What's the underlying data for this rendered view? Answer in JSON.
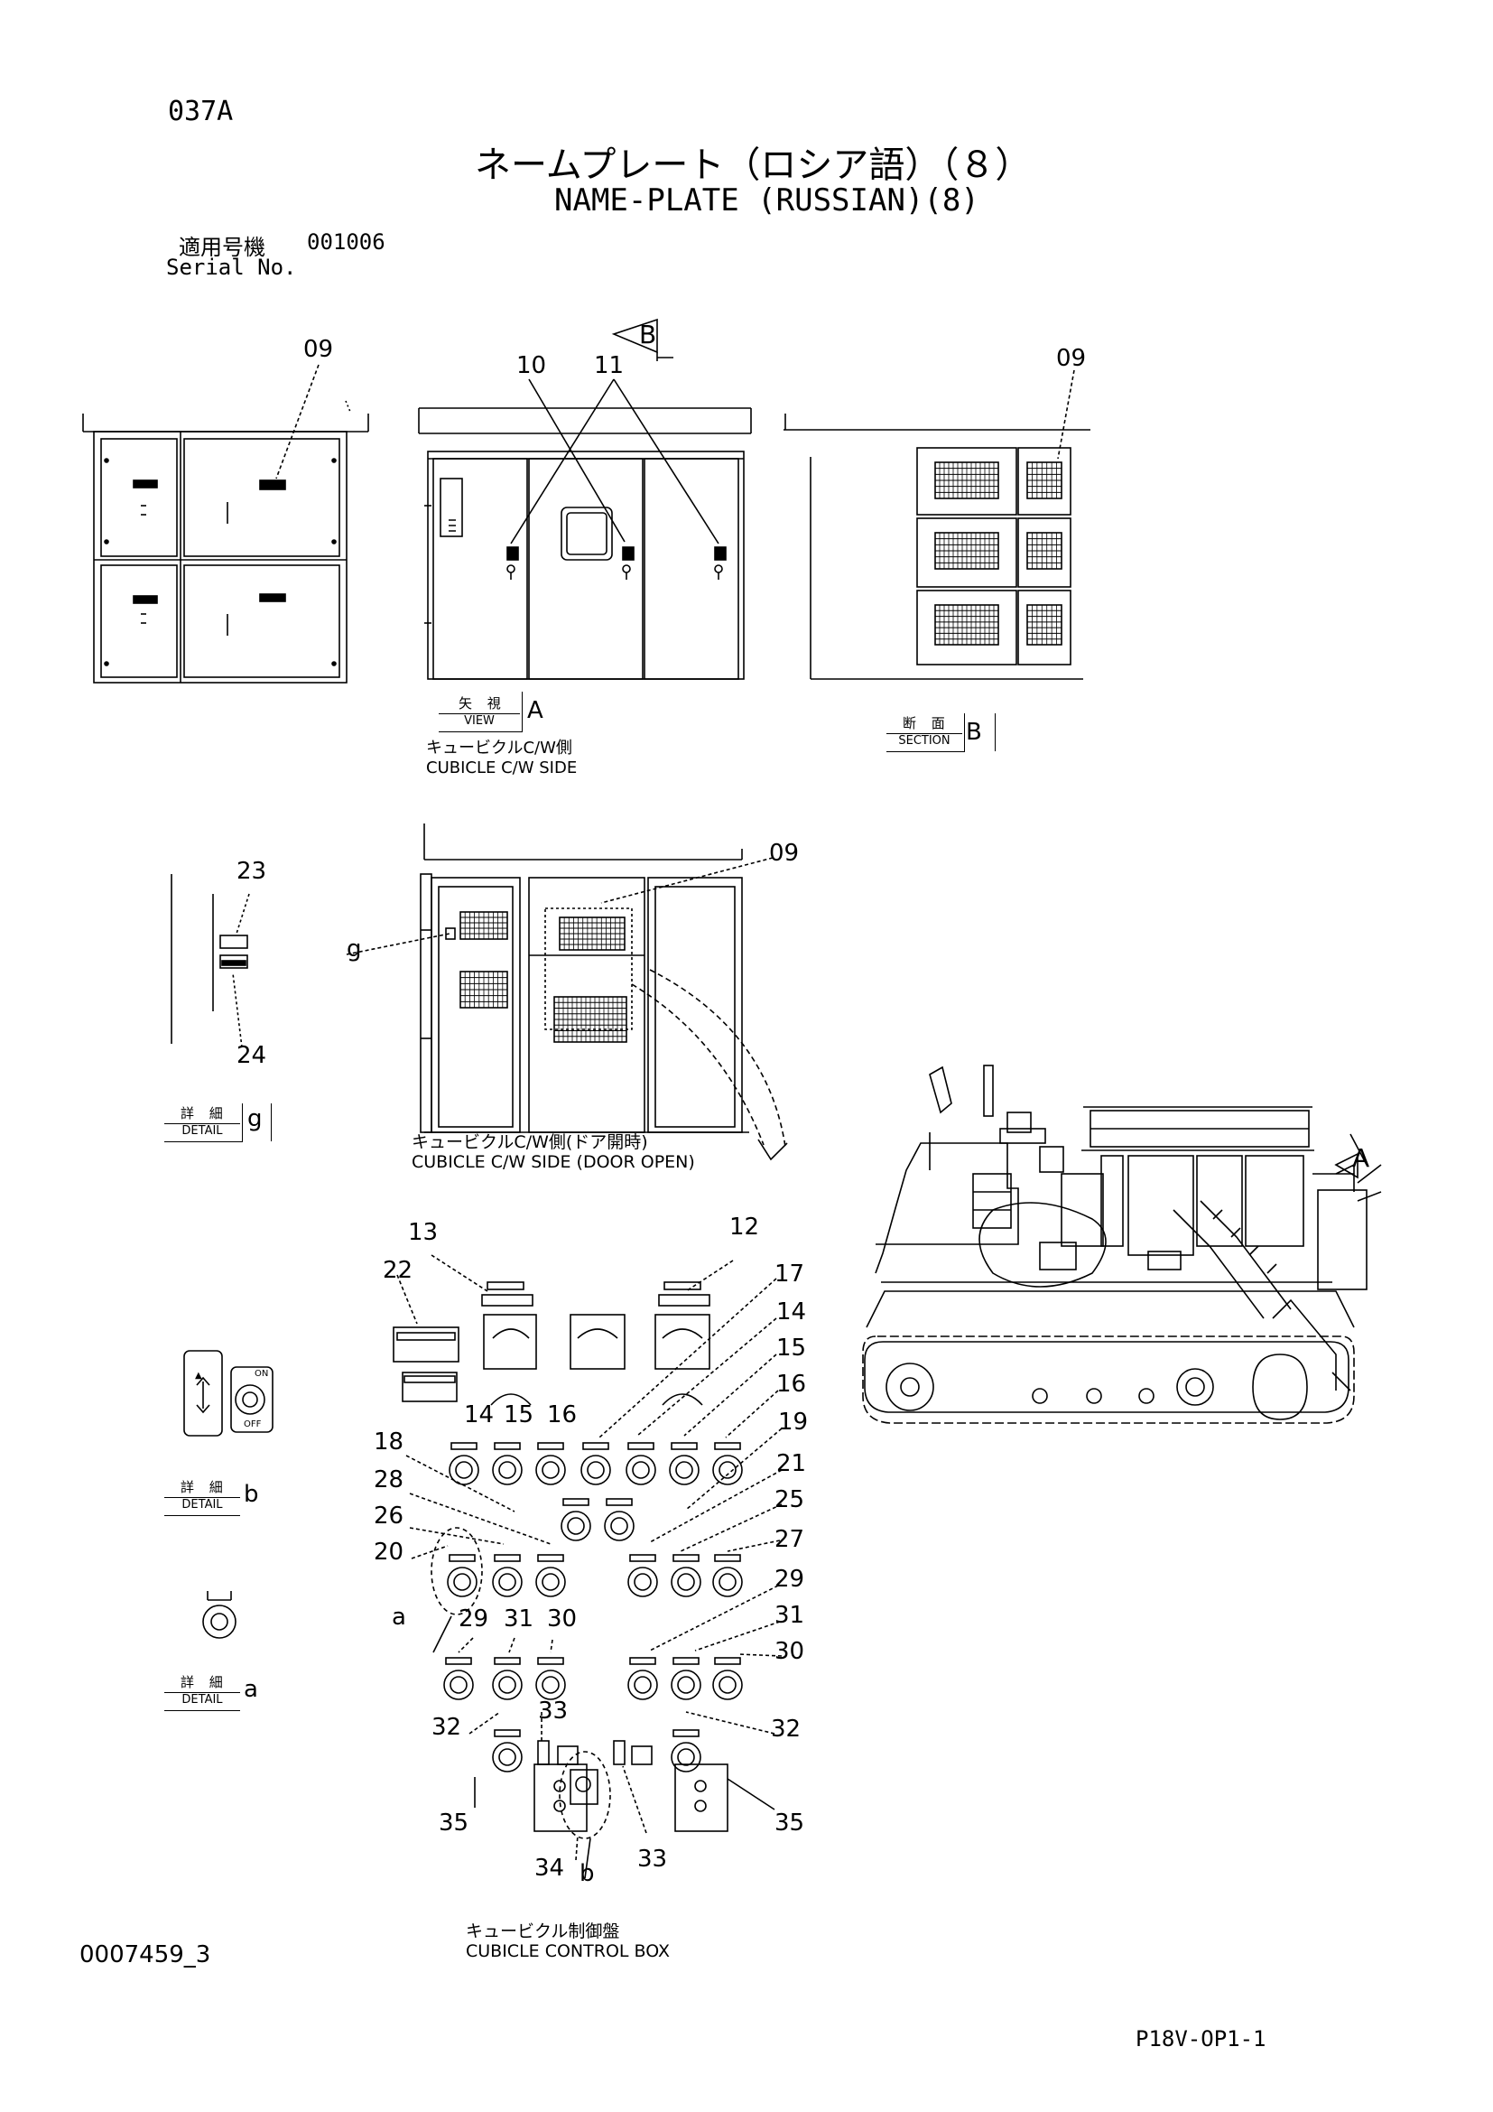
{
  "header": {
    "page_code": "037A",
    "title_jp": "ネームプレート（ロシア語）（８）",
    "title_en": "NAME-PLATE (RUSSIAN)(8)",
    "serial_label_jp": "適用号機",
    "serial_value": "001006",
    "serial_label_en": "Serial No."
  },
  "views": {
    "view_a": {
      "jp": "矢 視",
      "en": "VIEW",
      "letter": "A",
      "caption_jp": "キュービクルC/W側",
      "caption_en": "CUBICLE C/W SIDE"
    },
    "section_b": {
      "jp": "断 面",
      "en": "SECTION",
      "letter": "B"
    },
    "door_open": {
      "caption_jp": "キュービクルC/W側(ドア開時)",
      "caption_en": "CUBICLE C/W SIDE (DOOR OPEN)"
    },
    "detail_g": {
      "jp": "詳 細",
      "en": "DETAIL",
      "letter": "g"
    },
    "detail_b": {
      "jp": "詳 細",
      "en": "DETAIL",
      "letter": "b"
    },
    "detail_a": {
      "jp": "詳 細",
      "en": "DETAIL",
      "letter": "a"
    },
    "control_box": {
      "caption_jp": "キュービクル制御盤",
      "caption_en": "CUBICLE CONTROL BOX"
    }
  },
  "markers": {
    "b": "B",
    "a": "A"
  },
  "callouts": {
    "c09a": "09",
    "c10": "10",
    "c11": "11",
    "c09b": "09",
    "c09c": "09",
    "c23": "23",
    "c24": "24",
    "cg": "g",
    "c13": "13",
    "c12": "12",
    "c22": "22",
    "c17": "17",
    "c14a": "14",
    "c15a": "15",
    "c16a": "16",
    "c14b": "14",
    "c15b": "15",
    "c16b": "16",
    "c18": "18",
    "c19": "19",
    "c28": "28",
    "c21": "21",
    "c26": "26",
    "c25": "25",
    "c20": "20",
    "c27": "27",
    "ca": "a",
    "c29a": "29",
    "c31a": "31",
    "c30a": "30",
    "c29b": "29",
    "c31b": "31",
    "c30b": "30",
    "c32a": "32",
    "c33a": "33",
    "c32b": "32",
    "c35a": "35",
    "c35b": "35",
    "c34": "34",
    "cb": "b",
    "c33b": "33"
  },
  "detail_b_panel": {
    "on": "ON",
    "off": "OFF"
  },
  "footer": {
    "doc_number": "0007459_3",
    "page_ref": "P18V-OP1-1"
  }
}
